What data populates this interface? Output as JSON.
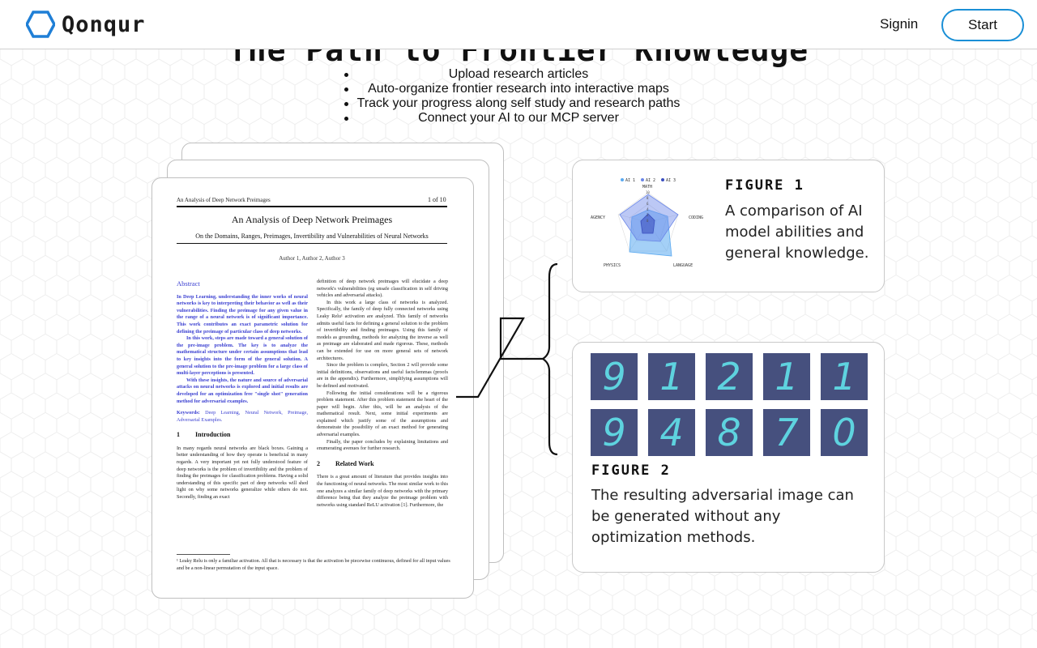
{
  "brand": {
    "name": "Qonqur"
  },
  "nav": {
    "signin_label": "Signin",
    "start_label": "Start"
  },
  "hero": {
    "title": "The Path to Frontier Knowledge",
    "features": [
      "Upload research articles",
      "Auto-organize frontier research into interactive maps",
      "Track your progress along self study and research paths",
      "Connect your AI to our MCP server"
    ]
  },
  "paper": {
    "running_title": "An Analysis of Deep Network Preimages",
    "page": "1 of 10",
    "title": "An Analysis of Deep Network Preimages",
    "subtitle": "On the Domains, Ranges, Preimages, Invertibility and Vulnerabilities of Neural Networks",
    "authors": "Author 1, Author 2, Author 3",
    "abstract_heading": "Abstract",
    "abstract_p1": "In Deep Learning, understanding the inner works of neural networks is key to interpreting their behavior as well as their vulnerabilities. Finding the preimage for any given value in the range of a neural network is of significant importance. This work contributes an exact parametric solution for defining the preimage of particular class of deep networks.",
    "abstract_p2": "In this work, steps are made toward a general solution of the pre-image problem. The key is to analyze the mathematical structure under certain assumptions that lead to key insights into the form of the general solution. A general solution to the pre-image problem for a large class of multi-layer perceptions is presented.",
    "abstract_p3": "With these insights, the nature and source of adversarial attacks on neural networks is explored and initial results are developed for an optimization free \"single shot\" generation method for adversarial examples.",
    "keywords_label": "Keywords:",
    "keywords": "Deep Learning, Neural Network, Preimage, Adversarial Examples.",
    "intro_num": "1",
    "intro_heading": "Introduction",
    "intro_text": "In many regards neural networks are black boxes. Gaining a better understanding of how they operate is beneficial in many regards. A very important yet not fully understood feature of deep networks is the problem of invertibility and the problem of finding the preimages for classification problems. Having a solid understanding of this specific part of deep networks will shed light on why some networks generalize while others do not. Secondly, finding an exact",
    "right_p1": "definition of deep network preimages will elucidate a deep network's vulnerabilities (eg unsafe classification in self driving vehicles and adversarial attacks).",
    "right_p2": "In this work a large class of networks is analyzed. Specifically, the family of deep fully connected networks using Leaky Relu¹ activation are analyzed. This family of networks admits useful facts for defining a general solution to the problem of invertibility and finding preimages. Using this family of models as grounding, methods for analyzing the inverse as well as preimage are elaborated and made rigorous. These, methods can be extended for use on more general sets of network architectures.",
    "right_p3": "Since the problem is complex, Section 2 will provide some initial definitions, observations and useful facts/lemmas (proofs are in the appendix). Furthermore, simplifying assumptions will be defined and motivated.",
    "right_p4": "Following the initial considerations will be a rigorous problem statement. After this problem statement the heart of the paper will begin. After this, will be an analysis of the mathematical result. Next, some initial experiments are explained which justify some of the assumptions and demonstrate the possibility of an exact method for generating adversarial examples.",
    "right_p5": "Finally, the paper concludes by explaining limitations and enumerating avenues for further research.",
    "related_num": "2",
    "related_heading": "Related Work",
    "related_text": "There is a great amount of literature that provides insights into the functioning of neural networks. The most similar work to this one analyzes a similar family of deep networks with the primary difference being that they analyze the preimage problem with networks using standard ReLU activation [1]. Furthermore, the",
    "footnote": "¹ Leaky Relu is only a familiar activation. All that is necessary is that the activation be piecewise continuous, defined for all input values and be a non-linear permutation of the input space."
  },
  "figure1": {
    "label": "FIGURE 1",
    "description": "A comparison of AI model abilities and general knowledge.",
    "legend": [
      "AI 1",
      "AI 2",
      "AI 3"
    ],
    "axes": [
      "MATH",
      "CODING",
      "LANGUAGE",
      "PHYSICS",
      "AGENCY"
    ],
    "ticks": [
      "10",
      "8",
      "6",
      "4",
      "2",
      "0"
    ],
    "colors": [
      "#5aa9f0",
      "#6a86e8",
      "#3a4fc0"
    ]
  },
  "figure2": {
    "label": "FIGURE 2",
    "description": "The resulting adversarial image can be generated without any optimization methods.",
    "row1": [
      "9",
      "1",
      "2",
      "1",
      "1"
    ],
    "row2": [
      "9",
      "4",
      "8",
      "7",
      "0"
    ]
  },
  "colors": {
    "accent": "#1a8fd6",
    "logo": "#1f7fd6",
    "abstract_blue": "#3a3fd1"
  }
}
